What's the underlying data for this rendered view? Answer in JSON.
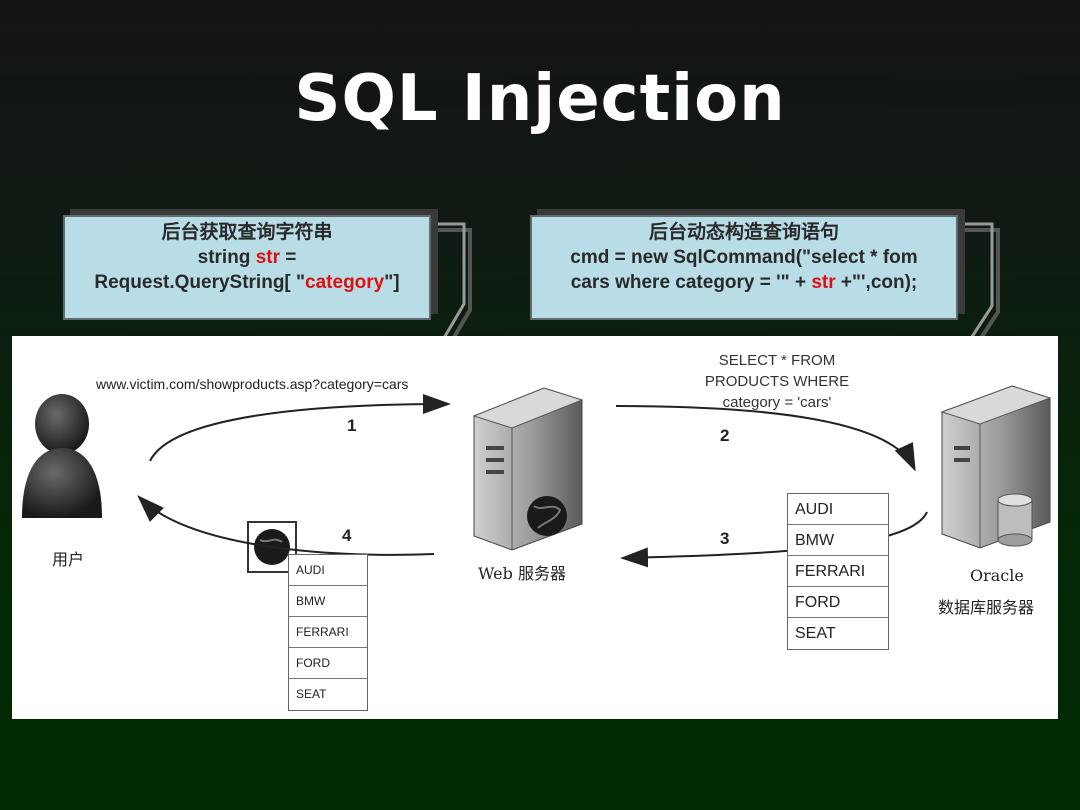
{
  "title": "SQL Injection",
  "callout_left": {
    "line1": "后台获取查询字符串",
    "line2_pre": "string ",
    "line2_var": "str",
    "line2_post": " =",
    "line3_pre": "Request.QueryString[ \"",
    "line3_key": "category",
    "line3_post": "\"]"
  },
  "callout_right": {
    "line1": "后台动态构造查询语句",
    "line2": "cmd = new SqlCommand(\"select * fom",
    "line3_pre": "cars where category = '\" + ",
    "line3_var": "str",
    "line3_post": "  +\"',con);"
  },
  "diagram": {
    "url": "www.victim.com/showproducts.asp?category=cars",
    "sql_line1": "SELECT * FROM",
    "sql_line2": "PRODUCTS WHERE",
    "sql_line3": "category = 'cars'",
    "steps": [
      "1",
      "2",
      "3",
      "4"
    ],
    "user_label": "用户",
    "web_label": "Web 服务器",
    "oracle_label": "Oracle",
    "db_label": "数据库服务器",
    "results": [
      "AUDI",
      "BMW",
      "FERRARI",
      "FORD",
      "SEAT"
    ]
  },
  "colors": {
    "callout_bg": "#b9dde6",
    "highlight": "#e01010",
    "title": "#ffffff"
  },
  "icons": [
    "user-icon",
    "web-server-icon",
    "globe-icon",
    "database-server-icon",
    "cylinder-db-icon"
  ]
}
